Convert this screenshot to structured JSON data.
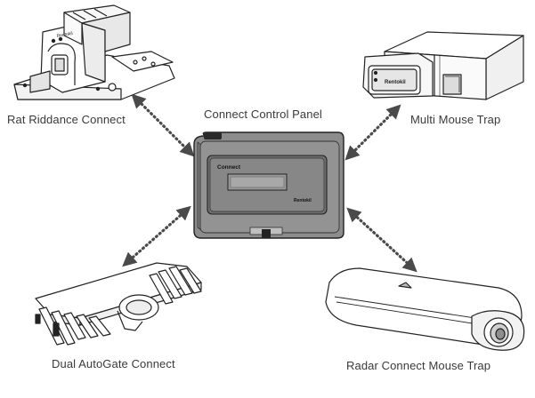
{
  "labels": {
    "rat": "Rat Riddance Connect",
    "panel": "Connect Control Panel",
    "multi": "Multi Mouse Trap",
    "dual": "Dual AutoGate Connect",
    "radar": "Radar Connect Mouse Trap"
  },
  "panel_screen": {
    "brand": "Connect",
    "maker": "Rentokil"
  },
  "multi_device": {
    "brand": "Rentokil"
  },
  "rat_device": {
    "brand": "Rentokil"
  },
  "colors": {
    "panel_body": "#8c8c8c",
    "panel_screen": "#6e6e6e",
    "arrow": "#4a4a4a",
    "line": "#222222"
  },
  "icons": [
    "arrow-icon"
  ]
}
